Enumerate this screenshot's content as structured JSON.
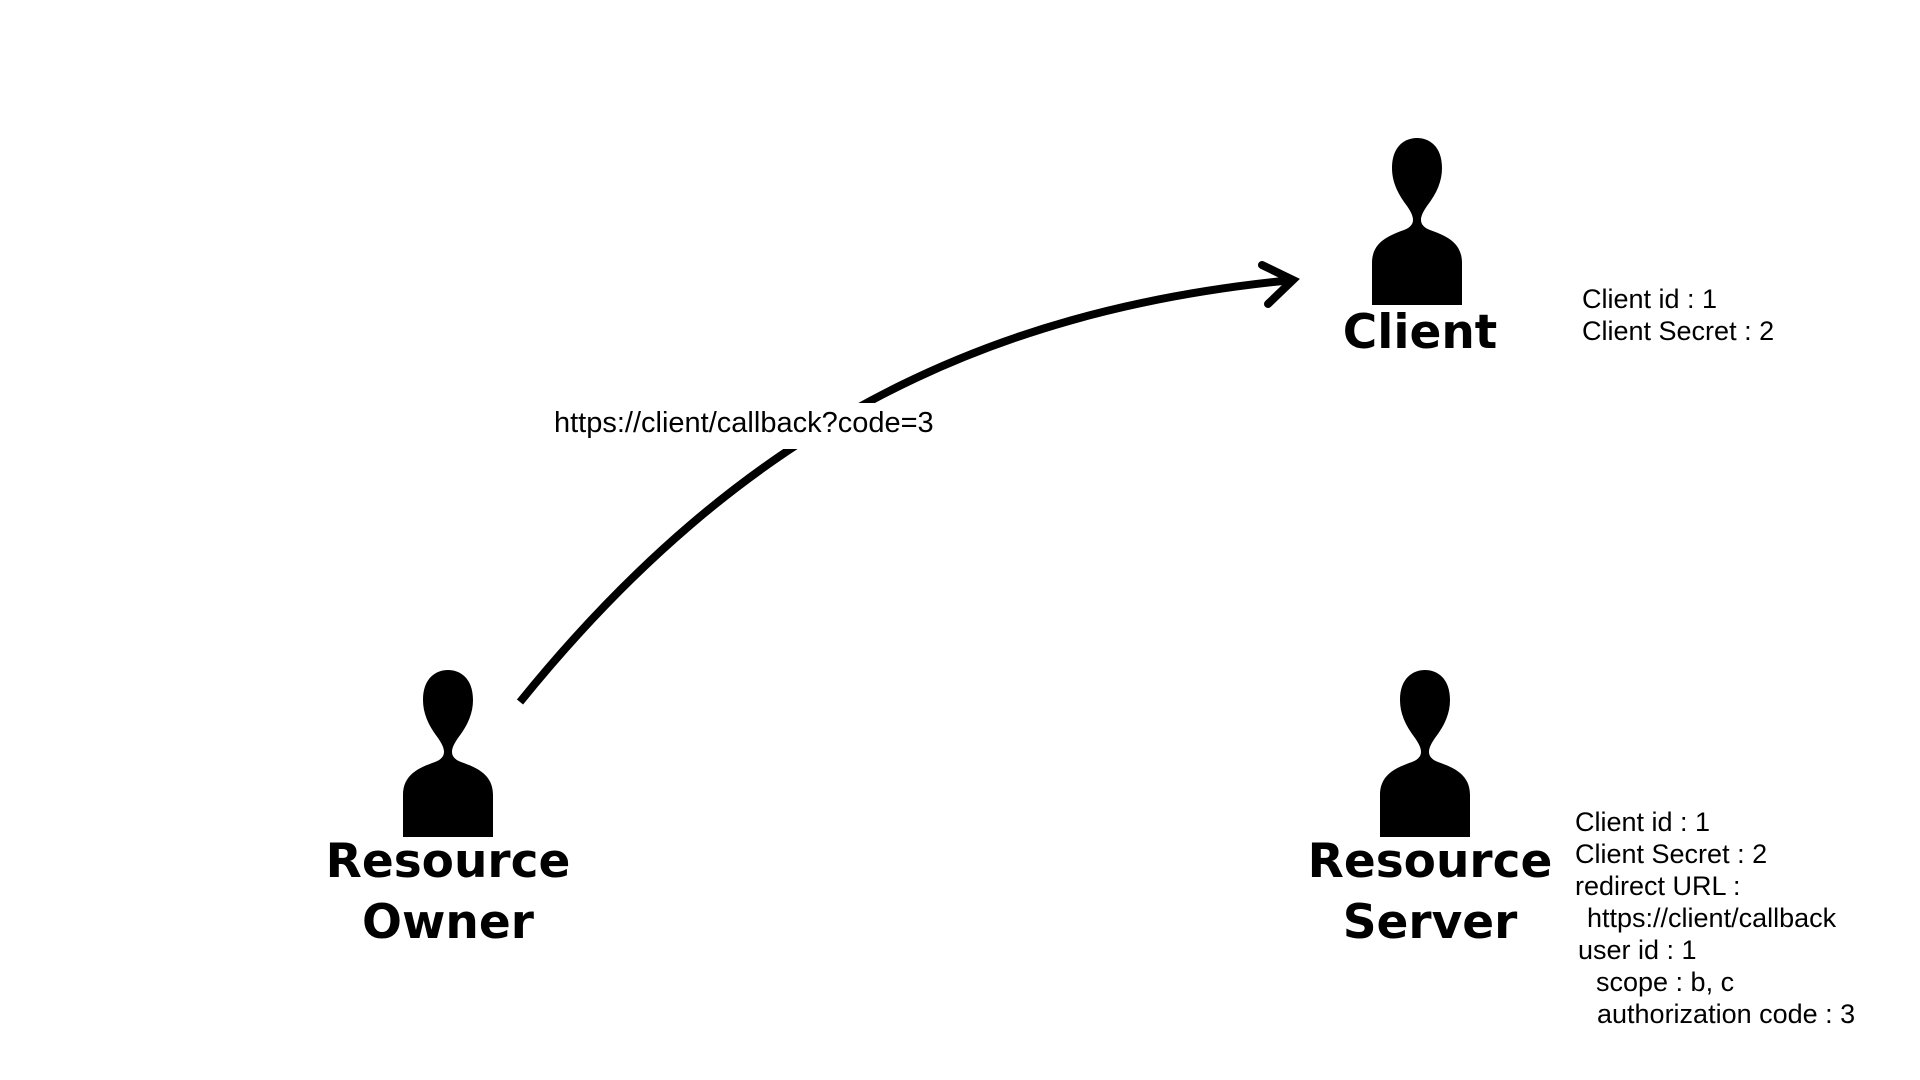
{
  "actors": {
    "client": {
      "icon": "person-icon",
      "label_lines": [
        "Client"
      ]
    },
    "resource_owner": {
      "icon": "person-icon",
      "label_lines": [
        "Resource",
        "Owner"
      ]
    },
    "resource_server": {
      "icon": "person-icon",
      "label_lines": [
        "Resource",
        "Server"
      ]
    }
  },
  "edges": [
    {
      "from": "resource_owner",
      "to": "client",
      "label": "https://client/callback?code=3"
    }
  ],
  "client_info": [
    "Client id : 1",
    "Client Secret : 2"
  ],
  "server_info": [
    "Client id : 1",
    "Client Secret : 2",
    "redirect URL :",
    "https://client/callback",
    "user id : 1",
    "scope : b, c",
    "authorization code : 3"
  ]
}
